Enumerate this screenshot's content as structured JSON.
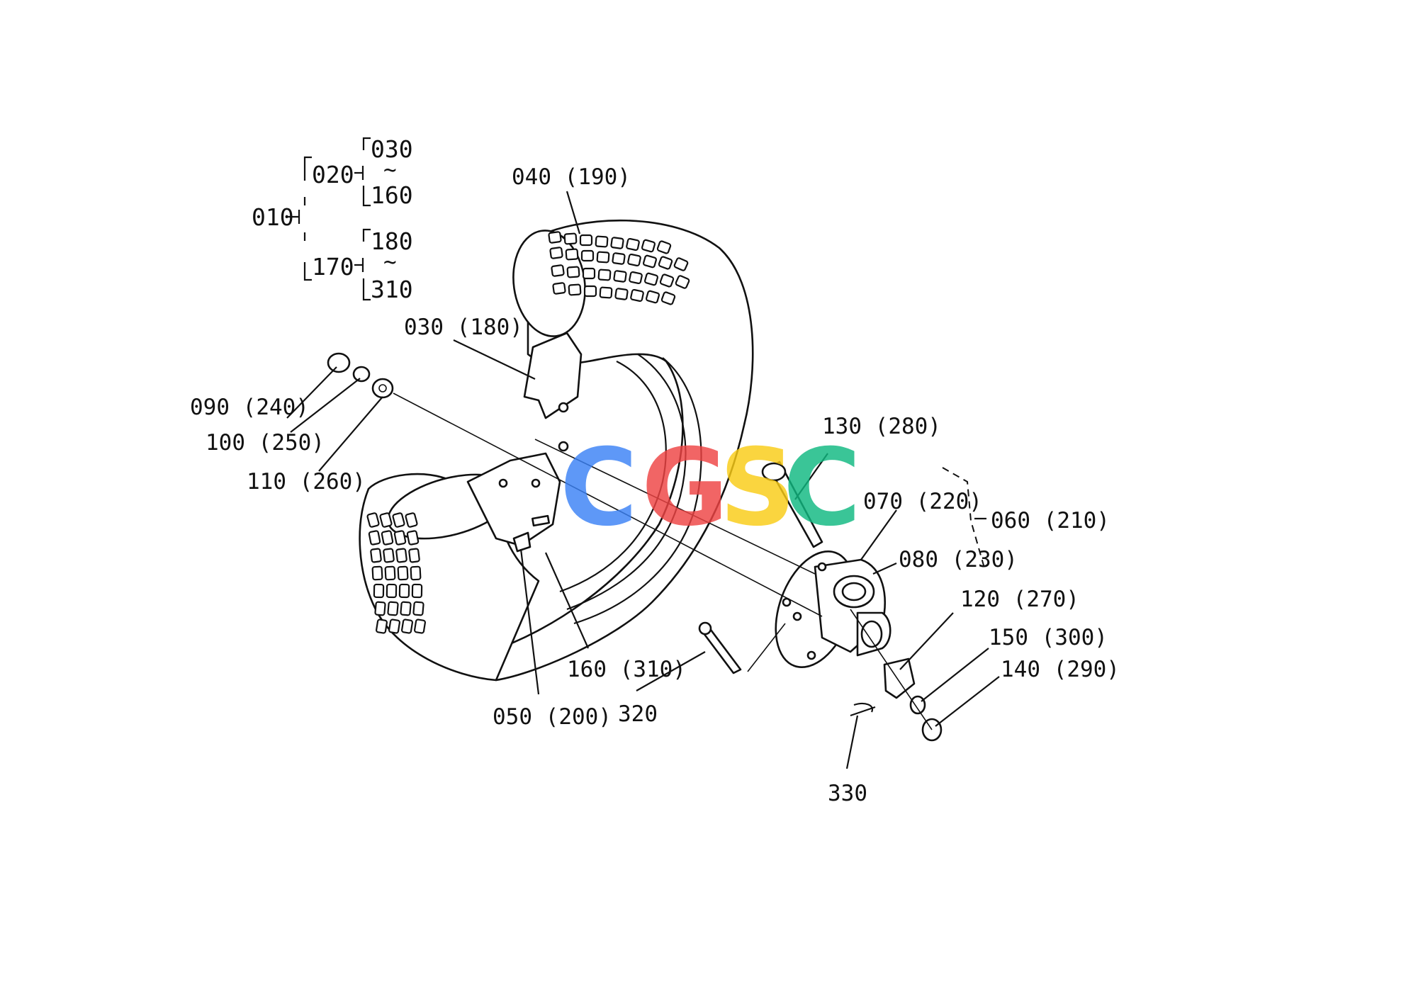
{
  "hierarchy": {
    "root": "010",
    "branch_a": {
      "code": "020",
      "from": "030",
      "tilde": "~",
      "to": "160"
    },
    "branch_b": {
      "code": "170",
      "from": "180",
      "tilde": "~",
      "to": "310"
    }
  },
  "callouts": {
    "c040": "040 (190)",
    "c030": "030 (180)",
    "c090": "090 (240)",
    "c100": "100 (250)",
    "c110": "110 (260)",
    "c130": "130 (280)",
    "c070": "070 (220)",
    "c060": "060 (210)",
    "c080": "080 (230)",
    "c120": "120 (270)",
    "c150": "150 (300)",
    "c140": "140 (290)",
    "c160": "160 (310)",
    "c050": "050 (200)",
    "c320": "320",
    "c330": "330"
  },
  "watermark": {
    "letters": [
      "C",
      "G",
      "S",
      "C"
    ],
    "colors": [
      "#3b82f6",
      "#ef4444",
      "#facc15",
      "#10b981"
    ]
  }
}
